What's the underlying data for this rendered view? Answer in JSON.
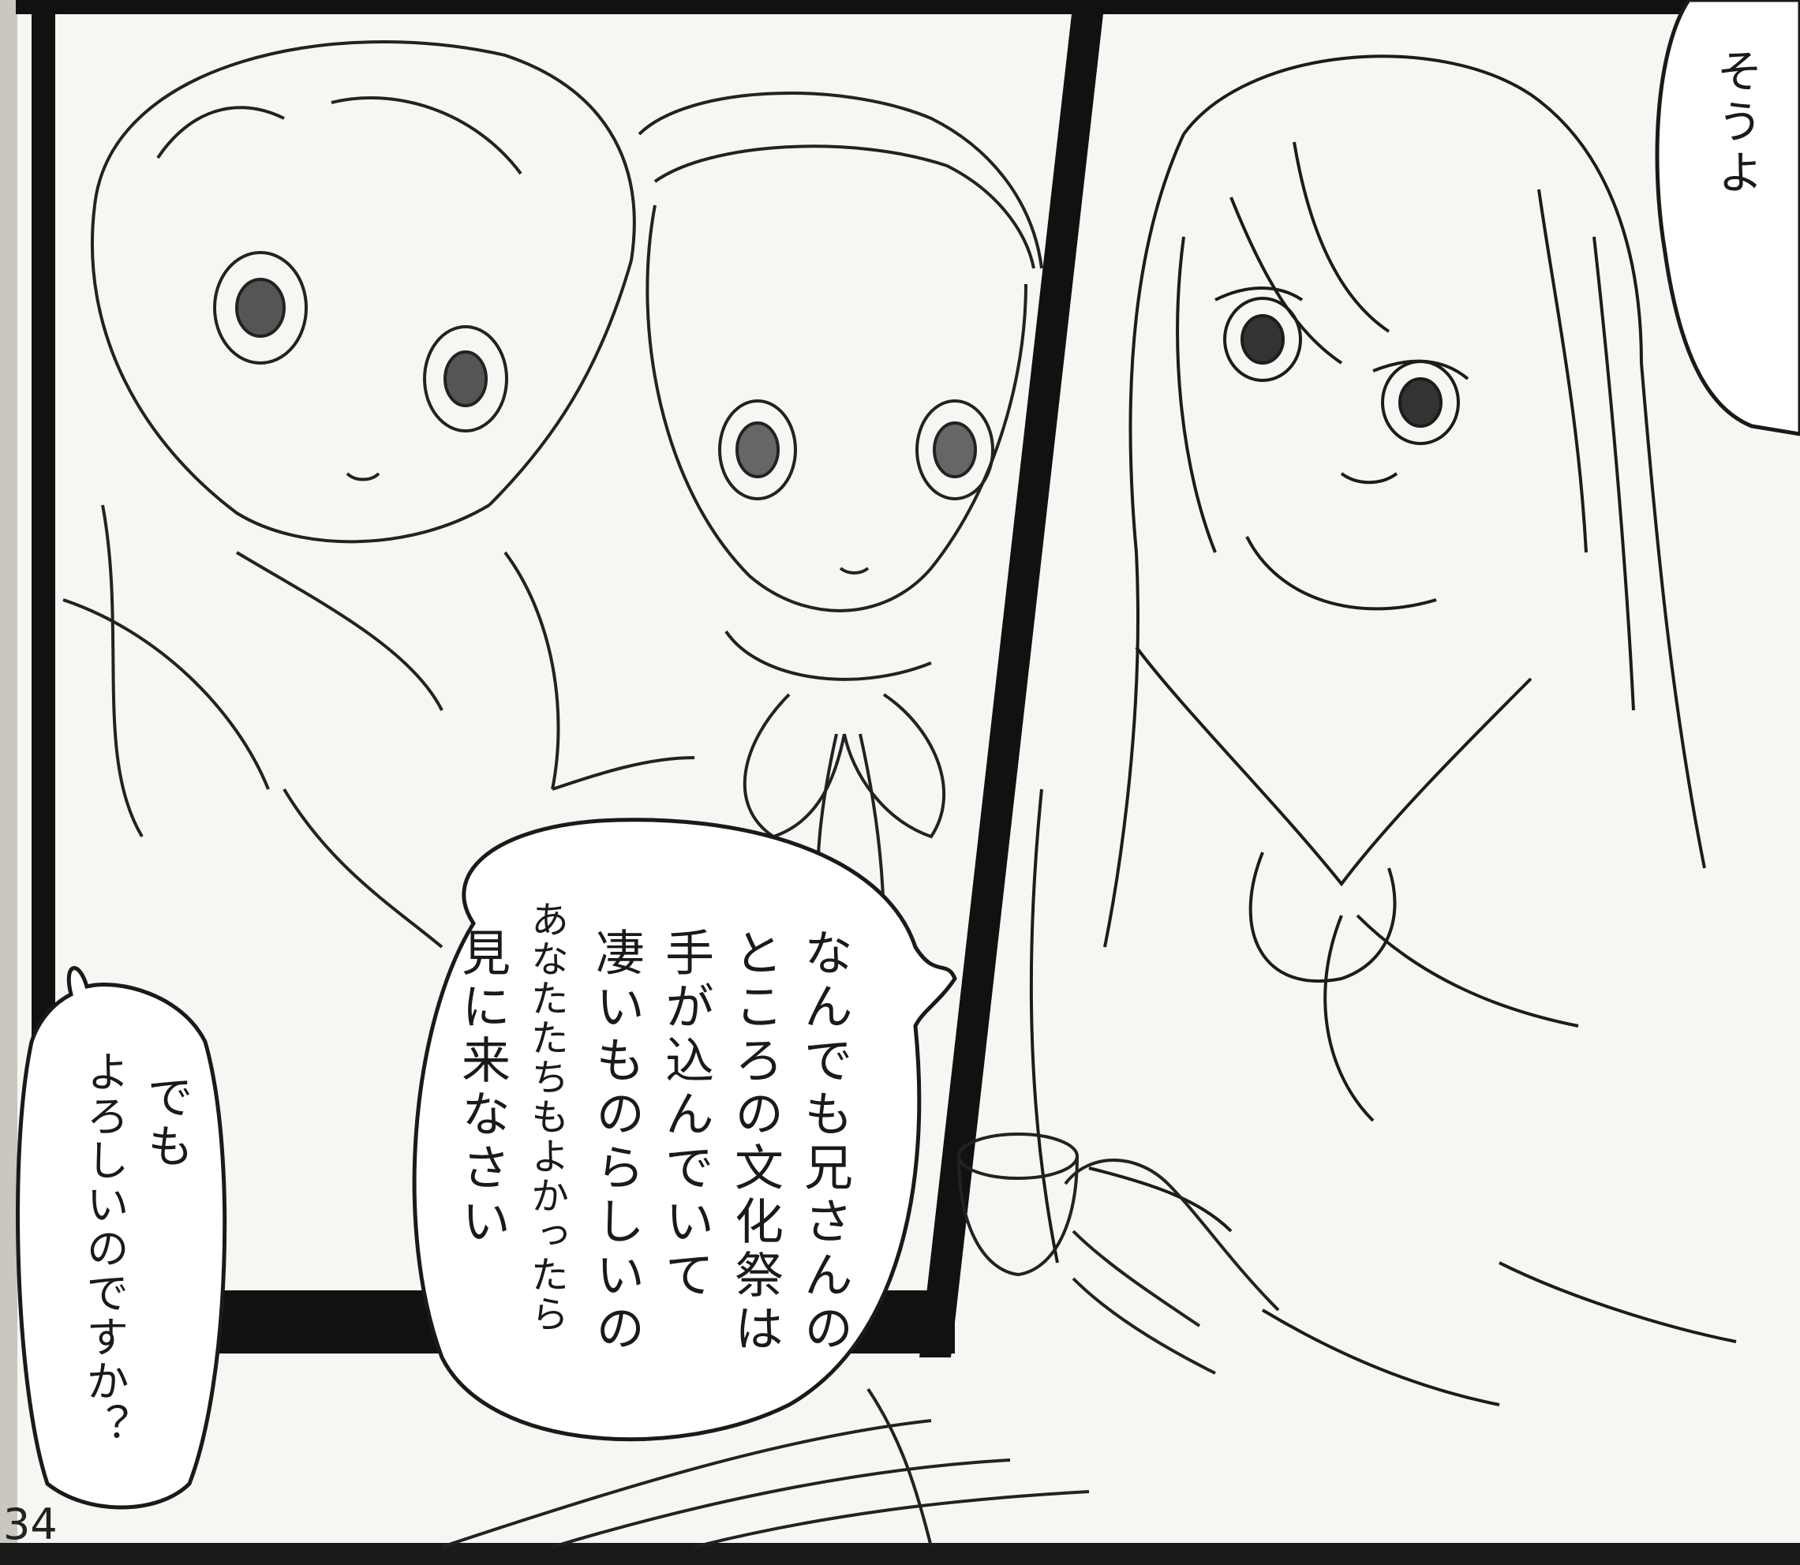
{
  "page_number": "34",
  "speech_bubbles": {
    "top_right": {
      "lines": [
        "そうよ"
      ]
    },
    "center": {
      "lines": [
        "なんでも兄さんの",
        "ところの文化祭は",
        "手が込んでいて",
        "凄いものらしいの",
        "あなたたちもよかったら",
        "見に来なさい"
      ]
    },
    "bottom_left": {
      "lines": [
        "でも",
        "よろしいのですか？"
      ]
    }
  },
  "colors": {
    "paper": "#f7f6f2",
    "ink": "#1a1a1a",
    "panel_border": "#111111"
  }
}
